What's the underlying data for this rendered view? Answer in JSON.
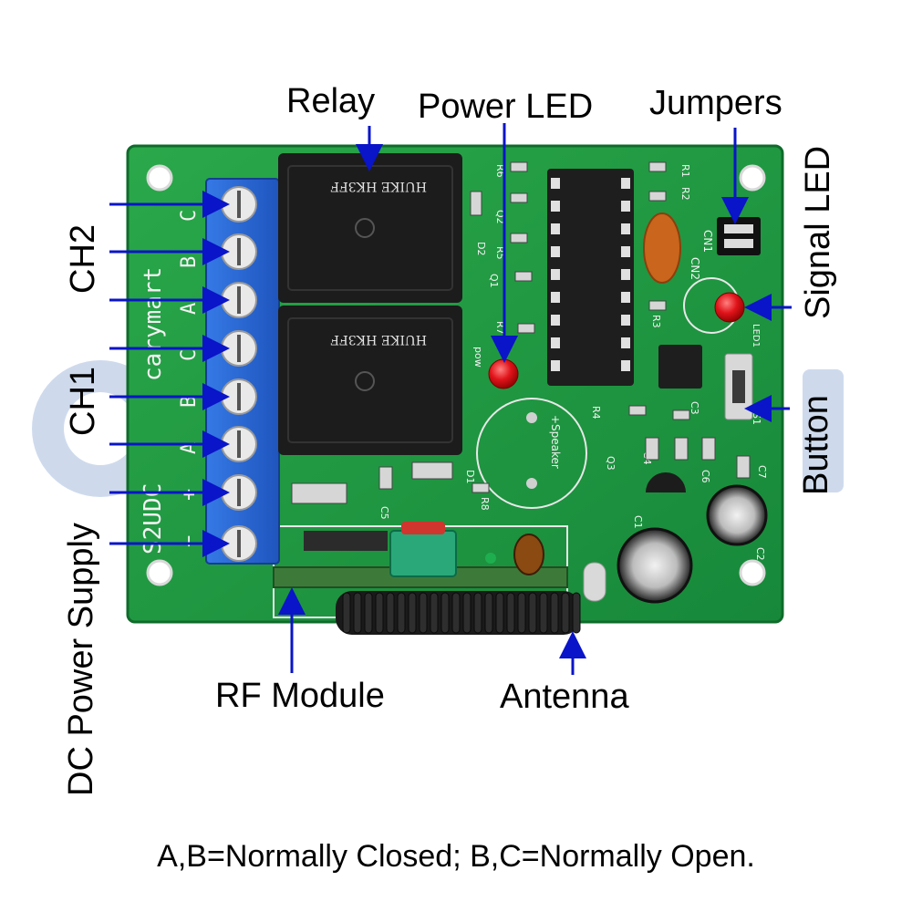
{
  "labels": {
    "relay": "Relay",
    "power_led": "Power LED",
    "jumpers": "Jumpers",
    "signal_led": "Signal LED",
    "button": "Button",
    "ch2": "CH2",
    "ch1": "CH1",
    "dc_power_supply": "DC Power Supply",
    "rf_module": "RF Module",
    "antenna": "Antenna"
  },
  "footnote": "A,B=Normally Closed; B,C=Normally Open.",
  "board_markings": {
    "brand": "carymart",
    "model": "S2UDC",
    "terminal_letters": [
      "C",
      "B",
      "A",
      "C",
      "B",
      "A",
      "+",
      "−"
    ],
    "speaker": "+Speaker",
    "pow": "pow",
    "led1": "LED1",
    "cn1": "CN1",
    "cn2": "CN2",
    "resistors": [
      "R1",
      "R2",
      "R3",
      "R4",
      "R5",
      "R6",
      "R7",
      "R8"
    ],
    "diodes": [
      "D1",
      "D2"
    ],
    "transistors": [
      "Q1",
      "Q2",
      "Q3"
    ],
    "capacitors": [
      "C1",
      "C2",
      "C3",
      "C4",
      "C5",
      "C6",
      "C7"
    ],
    "switch": "S1"
  },
  "colors": {
    "arrow": "#0a14c8",
    "pcb": "#1f9a3c",
    "terminal": "#2a67d6",
    "relay_body": "#1c1c1c",
    "led": "#e0141a",
    "watermark": "#c9d6ea"
  }
}
